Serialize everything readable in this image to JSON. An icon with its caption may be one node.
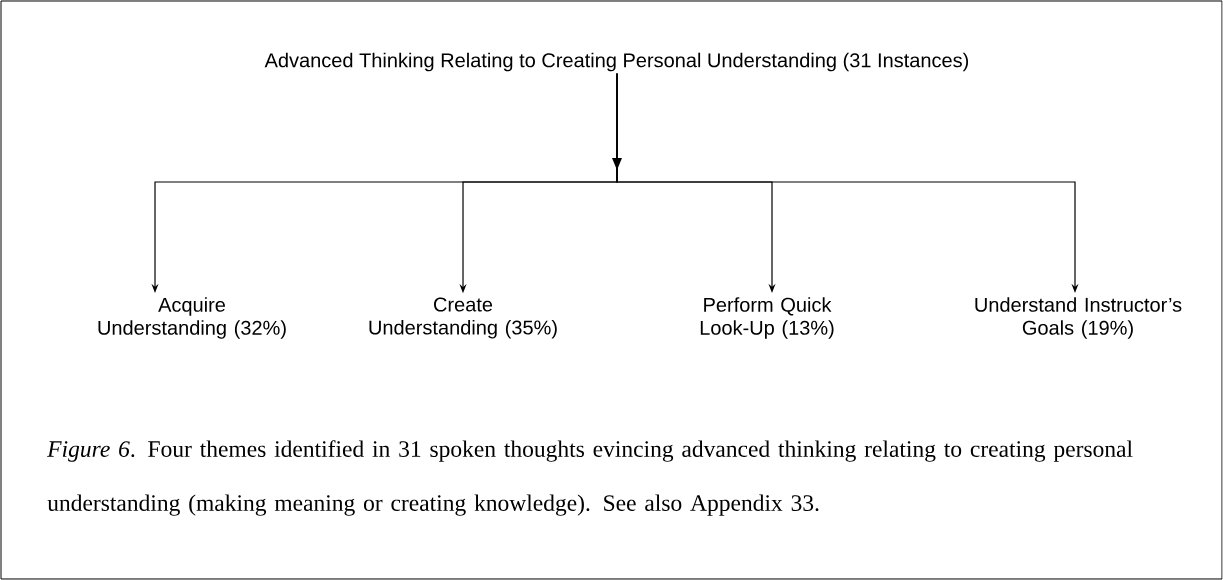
{
  "diagram": {
    "caption": "*Figure 6*.  Four themes identified in 31 spoken thoughts evincing advanced thinking relating to creating personal understanding (making meaning or creating knowledge).  See also Appendix 33.",
    "nodes": [
      {
        "text": [
          "Advanced Thinking Relating to Creating Personal Understanding (31 Instances)"
        ]
      },
      {
        "text": [
          "Acquire Understanding (32%)"
        ]
      },
      {
        "text": [
          "Create Understanding (35%)"
        ]
      },
      {
        "text": [
          "Perform Quick Look-Up (13%)"
        ]
      },
      {
        "text": [
          "Understand Instructor’s Goals (19%)"
        ]
      }
    ],
    "edges": [
      {
        "from": 0,
        "to": 1,
        "arrow": "to"
      },
      {
        "from": 0,
        "to": 2,
        "arrow": "to"
      },
      {
        "from": 0,
        "to": 3,
        "arrow": "to"
      },
      {
        "from": 0,
        "to": 4,
        "arrow": "to"
      }
    ]
  }
}
